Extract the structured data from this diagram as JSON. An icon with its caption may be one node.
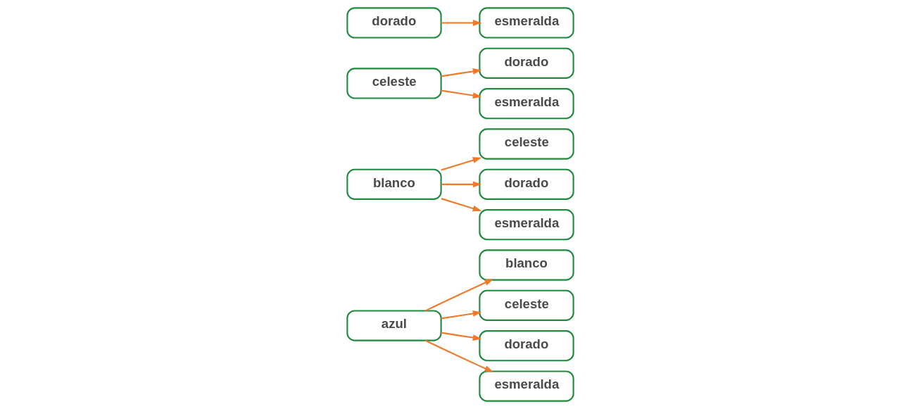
{
  "diagram": {
    "nodes": [
      {
        "text": [
          "azul"
        ]
      },
      {
        "text": [
          "blanco"
        ]
      },
      {
        "text": [
          "celeste"
        ]
      },
      {
        "text": [
          "dorado"
        ]
      },
      {
        "text": [
          "esmeralda"
        ]
      },
      {
        "text": [
          "blanco"
        ]
      },
      {
        "text": [
          "celeste"
        ]
      },
      {
        "text": [
          "dorado"
        ]
      },
      {
        "text": [
          "esmeralda"
        ]
      },
      {
        "text": [
          "celeste"
        ]
      },
      {
        "text": [
          "dorado"
        ]
      },
      {
        "text": [
          "esmeralda"
        ]
      },
      {
        "text": [
          "dorado"
        ]
      },
      {
        "text": [
          "esmeralda"
        ]
      }
    ],
    "edges": [
      {
        "from": 0,
        "to": 1,
        "arrow": "to"
      },
      {
        "from": 0,
        "to": 2,
        "arrow": "to"
      },
      {
        "from": 0,
        "to": 3,
        "arrow": "to"
      },
      {
        "from": 0,
        "to": 4,
        "arrow": "to"
      },
      {
        "from": 5,
        "to": 6,
        "arrow": "to"
      },
      {
        "from": 5,
        "to": 7,
        "arrow": "to"
      },
      {
        "from": 5,
        "to": 8,
        "arrow": "to"
      },
      {
        "from": 9,
        "to": 10,
        "arrow": "to"
      },
      {
        "from": 9,
        "to": 11,
        "arrow": "to"
      },
      {
        "from": 12,
        "to": 13,
        "arrow": "to"
      }
    ]
  }
}
